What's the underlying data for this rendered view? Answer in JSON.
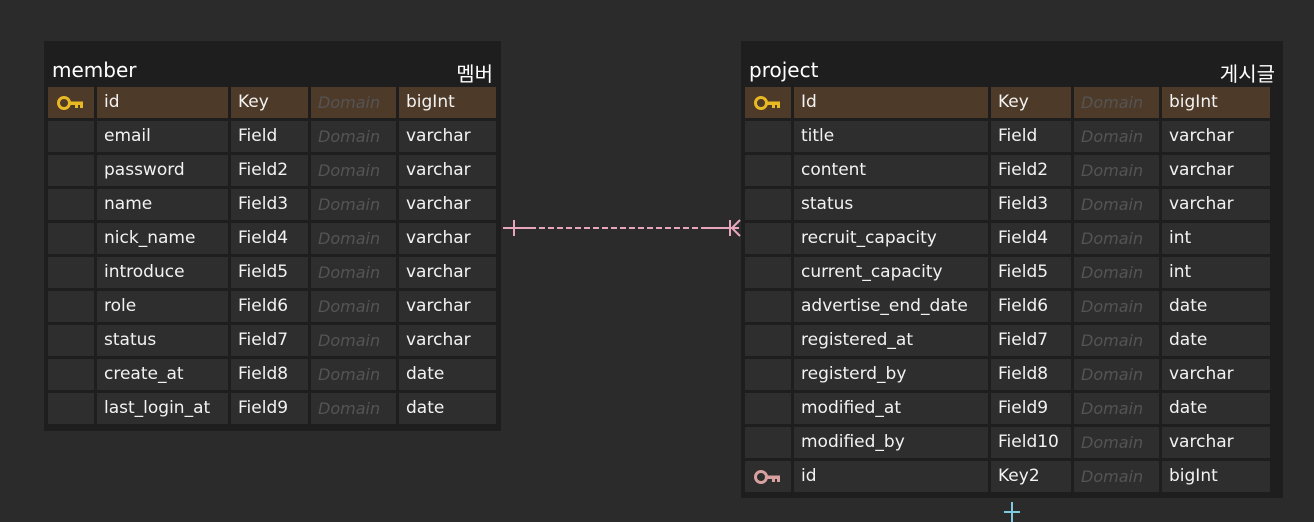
{
  "colors": {
    "background": "#2b2b2b",
    "table_body": "#1e1e1e",
    "cell": "#2e2e2e",
    "primary_key_row": "#4e3a28",
    "primary_key_icon": "#e8b923",
    "foreign_key_icon": "#d9a0a0",
    "relationship_line": "#e8a6bc",
    "connector_marker": "#7ec8e3",
    "domain_placeholder_text": "#545454"
  },
  "entities": [
    {
      "name": "member",
      "logical_name": "멤버",
      "columns": [
        {
          "key_icon": "primary-key-icon",
          "name": "id",
          "key": "Key",
          "domain": "Domain",
          "type": "bigInt"
        },
        {
          "key_icon": "",
          "name": "email",
          "key": "Field",
          "domain": "Domain",
          "type": "varchar"
        },
        {
          "key_icon": "",
          "name": "password",
          "key": "Field2",
          "domain": "Domain",
          "type": "varchar"
        },
        {
          "key_icon": "",
          "name": "name",
          "key": "Field3",
          "domain": "Domain",
          "type": "varchar"
        },
        {
          "key_icon": "",
          "name": "nick_name",
          "key": "Field4",
          "domain": "Domain",
          "type": "varchar"
        },
        {
          "key_icon": "",
          "name": "introduce",
          "key": "Field5",
          "domain": "Domain",
          "type": "varchar"
        },
        {
          "key_icon": "",
          "name": "role",
          "key": "Field6",
          "domain": "Domain",
          "type": "varchar"
        },
        {
          "key_icon": "",
          "name": "status",
          "key": "Field7",
          "domain": "Domain",
          "type": "varchar"
        },
        {
          "key_icon": "",
          "name": "create_at",
          "key": "Field8",
          "domain": "Domain",
          "type": "date"
        },
        {
          "key_icon": "",
          "name": "last_login_at",
          "key": "Field9",
          "domain": "Domain",
          "type": "date"
        }
      ]
    },
    {
      "name": "project",
      "logical_name": "게시글",
      "columns": [
        {
          "key_icon": "primary-key-icon",
          "name": "Id",
          "key": "Key",
          "domain": "Domain",
          "type": "bigInt"
        },
        {
          "key_icon": "",
          "name": "title",
          "key": "Field",
          "domain": "Domain",
          "type": "varchar"
        },
        {
          "key_icon": "",
          "name": "content",
          "key": "Field2",
          "domain": "Domain",
          "type": "varchar"
        },
        {
          "key_icon": "",
          "name": "status",
          "key": "Field3",
          "domain": "Domain",
          "type": "varchar"
        },
        {
          "key_icon": "",
          "name": "recruit_capacity",
          "key": "Field4",
          "domain": "Domain",
          "type": "int"
        },
        {
          "key_icon": "",
          "name": "current_capacity",
          "key": "Field5",
          "domain": "Domain",
          "type": "int"
        },
        {
          "key_icon": "",
          "name": "advertise_end_date",
          "key": "Field6",
          "domain": "Domain",
          "type": "date"
        },
        {
          "key_icon": "",
          "name": "registered_at",
          "key": "Field7",
          "domain": "Domain",
          "type": "date"
        },
        {
          "key_icon": "",
          "name": "registerd_by",
          "key": "Field8",
          "domain": "Domain",
          "type": "varchar"
        },
        {
          "key_icon": "",
          "name": "modified_at",
          "key": "Field9",
          "domain": "Domain",
          "type": "date"
        },
        {
          "key_icon": "",
          "name": "modified_by",
          "key": "Field10",
          "domain": "Domain",
          "type": "varchar"
        },
        {
          "key_icon": "foreign-key-icon",
          "name": "id",
          "key": "Key2",
          "domain": "Domain",
          "type": "bigInt"
        }
      ]
    }
  ]
}
